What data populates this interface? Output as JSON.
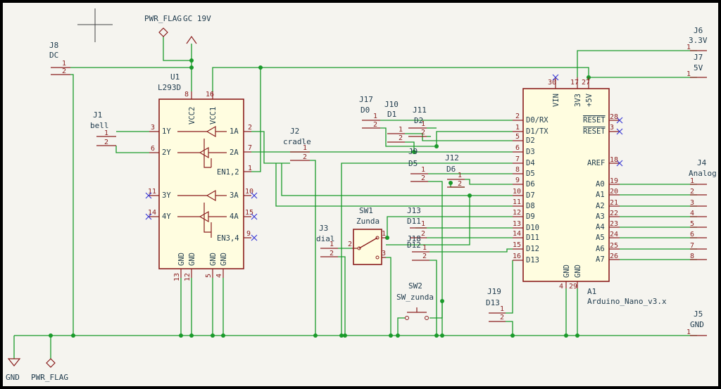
{
  "power": {
    "pwr_flag_top": "PWR_FLAG",
    "net_19v": "GC 19V",
    "gnd": "GND",
    "pwr_flag_bottom": "PWR_FLAG"
  },
  "j8": {
    "ref": "J8",
    "value": "DC",
    "pins": [
      "1",
      "2"
    ]
  },
  "u1": {
    "ref": "U1",
    "value": "L293D",
    "top_pins": [
      {
        "num": "8",
        "name": "VCC2"
      },
      {
        "num": "16",
        "name": "VCC1"
      }
    ],
    "bottom_pins": [
      "13",
      "12",
      "5",
      "4"
    ],
    "gnd_label": "GND",
    "left_pins": [
      {
        "num": "3",
        "name": "1Y"
      },
      {
        "num": "6",
        "name": "2Y"
      },
      {
        "num": "11",
        "name": "3Y"
      },
      {
        "num": "14",
        "name": "4Y"
      }
    ],
    "right_pins": [
      {
        "num": "2",
        "name": "1A"
      },
      {
        "num": "7",
        "name": "2A"
      },
      {
        "num": "1",
        "name": "EN1,2"
      },
      {
        "num": "10",
        "name": "3A"
      },
      {
        "num": "15",
        "name": "4A"
      },
      {
        "num": "9",
        "name": "EN3,4"
      }
    ]
  },
  "j1": {
    "ref": "J1",
    "value": "bell",
    "pins": [
      "1",
      "2"
    ]
  },
  "j2": {
    "ref": "J2",
    "value": "cradle",
    "pins": [
      "1",
      "2"
    ]
  },
  "j3": {
    "ref": "J3",
    "value": "dial",
    "pins": [
      "1",
      "2"
    ]
  },
  "j17": {
    "ref": "J17",
    "value": "D0",
    "pins": [
      "1",
      "2"
    ]
  },
  "j10": {
    "ref": "J10",
    "value": "D1",
    "pins": [
      "1",
      "2"
    ]
  },
  "j11": {
    "ref": "J11",
    "value": "D2",
    "pins": [
      "1",
      "2"
    ]
  },
  "j9": {
    "ref": "J9",
    "value": "D5",
    "pins": [
      "1",
      "2"
    ]
  },
  "j12": {
    "ref": "J12",
    "value": "D6",
    "pins": [
      "1",
      "2"
    ]
  },
  "j13": {
    "ref": "J13",
    "value": "D11",
    "pins": [
      "1",
      "2"
    ]
  },
  "j18": {
    "ref": "J18",
    "value": "D12",
    "pins": [
      "1",
      "2"
    ]
  },
  "j19": {
    "ref": "J19",
    "value": "D13",
    "pins": [
      "1",
      "2"
    ]
  },
  "sw1": {
    "ref": "SW1",
    "value": "Zunda",
    "pins": [
      "1",
      "2",
      "3"
    ]
  },
  "sw2": {
    "ref": "SW2",
    "value": "SW_zunda"
  },
  "j4": {
    "ref": "J4",
    "value": "Analog",
    "pins": [
      "1",
      "2",
      "3",
      "4",
      "5",
      "6",
      "7",
      "8"
    ]
  },
  "j5": {
    "ref": "J5",
    "value": "GND",
    "pin": "1"
  },
  "j6": {
    "ref": "J6",
    "value": "3.3V",
    "pin": "1"
  },
  "j7": {
    "ref": "J7",
    "value": "5V",
    "pin": "1"
  },
  "a1": {
    "ref": "A1",
    "value": "Arduino_Nano_v3.x",
    "top_pins": [
      {
        "num": "30",
        "name": "VIN"
      },
      {
        "num": "17",
        "name": "3V3"
      },
      {
        "num": "27",
        "name": "+5V"
      }
    ],
    "bottom_pins": [
      {
        "num": "4",
        "name": "GND"
      },
      {
        "num": "29",
        "name": "GND"
      }
    ],
    "left_pins": [
      {
        "num": "2",
        "name": "D0/RX"
      },
      {
        "num": "1",
        "name": "D1/TX"
      },
      {
        "num": "5",
        "name": "D2"
      },
      {
        "num": "6",
        "name": "D3"
      },
      {
        "num": "7",
        "name": "D4"
      },
      {
        "num": "8",
        "name": "D5"
      },
      {
        "num": "9",
        "name": "D6"
      },
      {
        "num": "10",
        "name": "D7"
      },
      {
        "num": "11",
        "name": "D8"
      },
      {
        "num": "12",
        "name": "D9"
      },
      {
        "num": "13",
        "name": "D10"
      },
      {
        "num": "14",
        "name": "D11"
      },
      {
        "num": "15",
        "name": "D12"
      },
      {
        "num": "16",
        "name": "D13"
      }
    ],
    "right_top": [
      {
        "num": "28",
        "name": "RESET"
      },
      {
        "num": "3",
        "name": "RESET"
      },
      {
        "num": "18",
        "name": "AREF"
      }
    ],
    "right_pins": [
      {
        "num": "19",
        "name": "A0"
      },
      {
        "num": "20",
        "name": "A1"
      },
      {
        "num": "21",
        "name": "A2"
      },
      {
        "num": "22",
        "name": "A3"
      },
      {
        "num": "23",
        "name": "A4"
      },
      {
        "num": "24",
        "name": "A5"
      },
      {
        "num": "25",
        "name": "A6"
      },
      {
        "num": "26",
        "name": "A7"
      }
    ]
  }
}
